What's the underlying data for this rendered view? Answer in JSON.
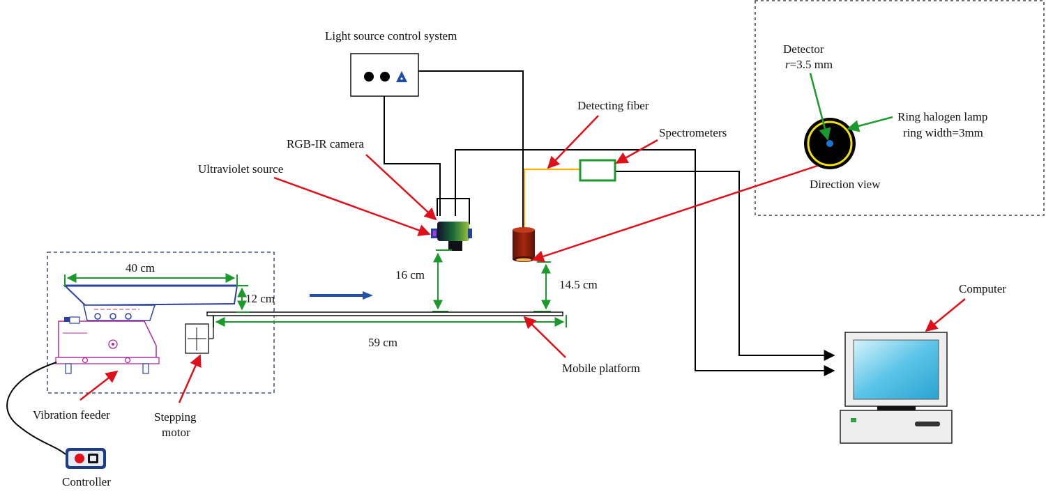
{
  "labels": {
    "light_source_control_system": "Light source control system",
    "rgb_ir_camera": "RGB-IR camera",
    "ultraviolet_source": "Ultraviolet source",
    "detecting_fiber": "Detecting fiber",
    "spectrometers": "Spectrometers",
    "detector": "Detector",
    "detector_radius_var": "r",
    "detector_radius_val": "=3.5 mm",
    "ring_halogen_lamp": "Ring halogen lamp",
    "ring_width": "ring width=3mm",
    "direction_view": "Direction view",
    "computer": "Computer",
    "mobile_platform": "Mobile platform",
    "vibration_feeder": "Vibration feeder",
    "stepping_motor_line1": "Stepping",
    "stepping_motor_line2": "motor",
    "controller": "Controller"
  },
  "dimensions": {
    "feeder_length": "40 cm",
    "feeder_height": "12 cm",
    "platform_length": "59 cm",
    "camera_height": "16 cm",
    "fiber_height": "14.5 cm"
  },
  "icons": {
    "light_source_box": "control-box-icon",
    "camera": "camera-icon",
    "lamp": "cylinder-lamp-icon",
    "computer": "desktop-computer-icon",
    "controller": "remote-controller-icon"
  },
  "colors": {
    "annotation_arrow": "#e0101a",
    "dimension": "#1a9a2a",
    "wire": "#000000",
    "fiber": "#f5b000",
    "spectrometer": "#1a9a2a",
    "feeder_outline": "#2b3f9e",
    "lamp_body": "#8b1a10",
    "monitor_screen": "#5bc4e8"
  }
}
